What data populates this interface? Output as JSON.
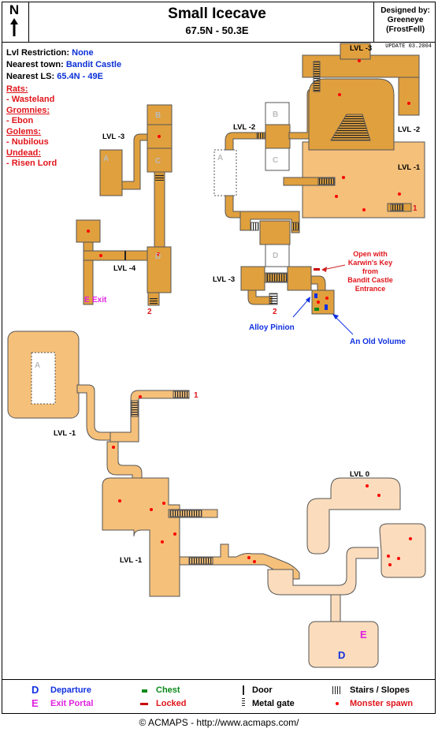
{
  "header": {
    "title": "Small Icecave",
    "coords": "67.5N - 50.3E",
    "compass": "N",
    "designed_by_label": "Designed by:",
    "designer": "Greeneye",
    "designer_sub": "(FrostFell)",
    "update": "UPDATE 03.2004"
  },
  "info": {
    "lvl_label": "Lvl Restriction:",
    "lvl_value": "None",
    "town_label": "Nearest town:",
    "town_value": "Bandit Castle",
    "ls_label": "Nearest LS:",
    "ls_value": "65.4N - 49E"
  },
  "monsters": [
    {
      "family": "Rats:",
      "names": [
        "- Wasteland"
      ]
    },
    {
      "family": "Gromnies:",
      "names": [
        "- Ebon"
      ]
    },
    {
      "family": "Golems:",
      "names": [
        "- Nubilous"
      ]
    },
    {
      "family": "Undead:",
      "names": [
        "- Risen Lord"
      ]
    }
  ],
  "map_labels": {
    "lvl_m3_left": "LVL -3",
    "lvl_m4": "LVL -4",
    "lvl_m2_right": "LVL -2",
    "lvl_m3_top": "LVL -3",
    "lvl_m2_top": "LVL -2",
    "lvl_m1_right": "LVL -1",
    "lvl_m3_mid": "LVL -3",
    "lvl_m1_bottom": "LVL -1",
    "lvl_m1_bottom2": "LVL -1",
    "lvl_0": "LVL 0",
    "exit": "Exit",
    "marker_A": "A",
    "marker_B": "B",
    "marker_C": "C",
    "marker_D": "D",
    "marker_E": "E",
    "num_1": "1",
    "num_2": "2"
  },
  "annotations": {
    "key_line1": "Open with",
    "key_line2": "Karwin's Key",
    "key_line3": "from",
    "key_line4": "Bandit Castle",
    "key_line5": "Entrance",
    "alloy": "Alloy Pinion",
    "volume": "An Old Volume"
  },
  "legend": {
    "departure": "Departure",
    "exit_portal": "Exit Portal",
    "chest": "Chest",
    "locked": "Locked",
    "door": "Door",
    "metal_gate": "Metal gate",
    "stairs": "Stairs / Slopes",
    "spawn": "Monster spawn",
    "D": "D",
    "E": "E"
  },
  "colors": {
    "dark_floor": "#e0a03e",
    "mid_floor": "#f5c07a",
    "light_floor": "#fbdcbc",
    "monster": "#ff0000",
    "blue_text": "#0a2fd6",
    "red_text": "#e0151b",
    "magenta": "#e020e0"
  },
  "copyright": "© ACMAPS - http://www.acmaps.com/"
}
